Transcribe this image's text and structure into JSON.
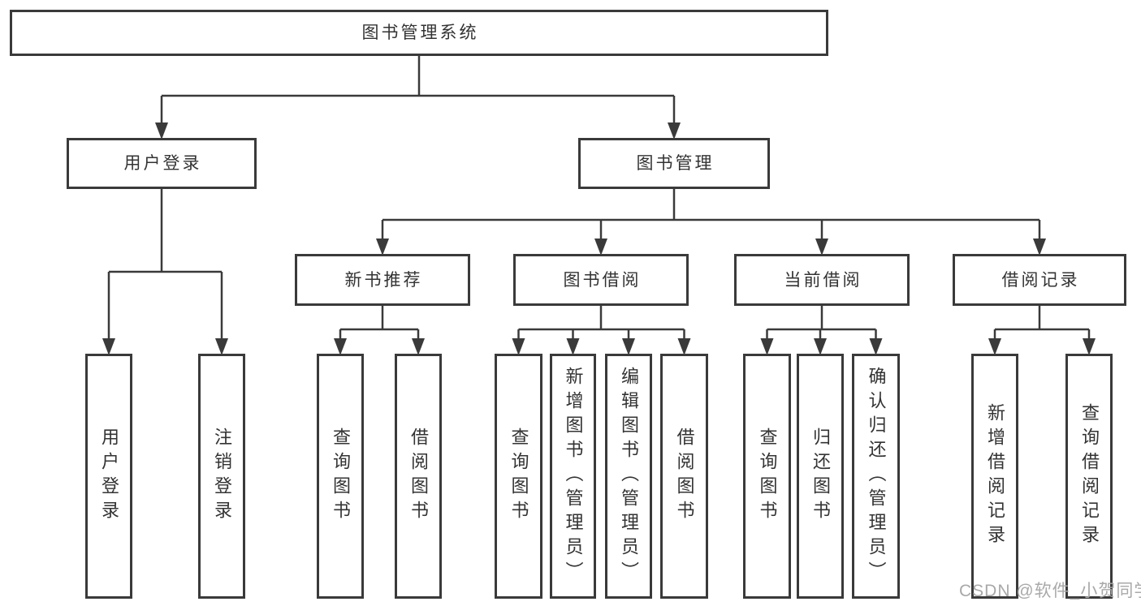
{
  "diagram": {
    "nodes": [
      {
        "id": "root",
        "label": "图书管理系统"
      },
      {
        "id": "user-login",
        "label": "用户登录"
      },
      {
        "id": "book-management",
        "label": "图书管理"
      },
      {
        "id": "new-book-recommend",
        "label": "新书推荐"
      },
      {
        "id": "book-borrow",
        "label": "图书借阅"
      },
      {
        "id": "current-borrow",
        "label": "当前借阅"
      },
      {
        "id": "borrow-records",
        "label": "借阅记录"
      },
      {
        "id": "leaf-user-login",
        "label": "用户登录"
      },
      {
        "id": "leaf-logout",
        "label": "注销登录"
      },
      {
        "id": "leaf-nb-query-book",
        "label": "查询图书"
      },
      {
        "id": "leaf-nb-borrow-book",
        "label": "借阅图书"
      },
      {
        "id": "leaf-bb-query-book",
        "label": "查询图书"
      },
      {
        "id": "leaf-bb-add-book",
        "label": "新增图书（管理员）"
      },
      {
        "id": "leaf-bb-edit-book",
        "label": "编辑图书（管理员）"
      },
      {
        "id": "leaf-bb-borrow-book",
        "label": "借阅图书"
      },
      {
        "id": "leaf-cb-query-book",
        "label": "查询图书"
      },
      {
        "id": "leaf-cb-return-book",
        "label": "归还图书"
      },
      {
        "id": "leaf-cb-confirm-return",
        "label": "确认归还（管理员）"
      },
      {
        "id": "leaf-br-add-record",
        "label": "新增借阅记录"
      },
      {
        "id": "leaf-br-query-record",
        "label": "查询借阅记录"
      }
    ],
    "edges": [
      {
        "from": "root",
        "to": [
          "user-login",
          "book-management"
        ]
      },
      {
        "from": "user-login",
        "to": [
          "leaf-user-login",
          "leaf-logout"
        ]
      },
      {
        "from": "book-management",
        "to": [
          "new-book-recommend",
          "book-borrow",
          "current-borrow",
          "borrow-records"
        ]
      },
      {
        "from": "new-book-recommend",
        "to": [
          "leaf-nb-query-book",
          "leaf-nb-borrow-book"
        ]
      },
      {
        "from": "book-borrow",
        "to": [
          "leaf-bb-query-book",
          "leaf-bb-add-book",
          "leaf-bb-edit-book",
          "leaf-bb-borrow-book"
        ]
      },
      {
        "from": "current-borrow",
        "to": [
          "leaf-cb-query-book",
          "leaf-cb-return-book",
          "leaf-cb-confirm-return"
        ]
      },
      {
        "from": "borrow-records",
        "to": [
          "leaf-br-add-record",
          "leaf-br-query-record"
        ]
      }
    ]
  },
  "watermark": "CSDN @软件_小贺同学",
  "colors": {
    "line": "#3a3a3a",
    "border": "#3a3a3a",
    "text": "#333333",
    "watermark": "#a9a9a9",
    "background": "#ffffff"
  }
}
